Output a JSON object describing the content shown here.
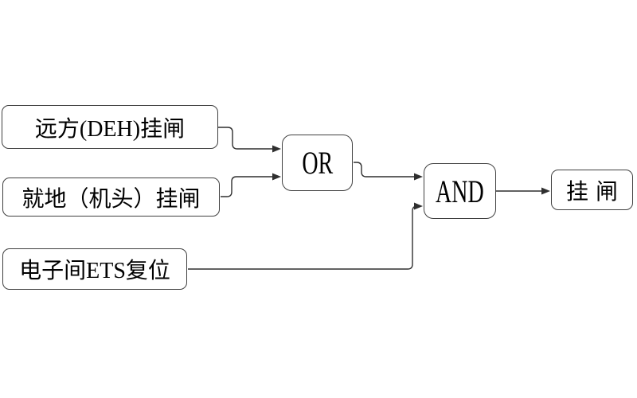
{
  "diagram": {
    "title": "turbine-latch-logic",
    "nodes": {
      "remote": {
        "label": "远方(DEH)挂闸",
        "type": "input"
      },
      "local": {
        "label": "就地（机头）挂闸",
        "type": "input"
      },
      "ets": {
        "label": "电子间ETS复位",
        "type": "input"
      },
      "or_gate": {
        "label": "OR",
        "type": "gate"
      },
      "and_gate": {
        "label": "AND",
        "type": "gate"
      },
      "result": {
        "label": "挂闸",
        "type": "output"
      }
    },
    "connections": [
      {
        "from": "remote",
        "to": "or_gate"
      },
      {
        "from": "local",
        "to": "or_gate"
      },
      {
        "from": "or_gate",
        "to": "and_gate"
      },
      {
        "from": "ets",
        "to": "and_gate"
      },
      {
        "from": "and_gate",
        "to": "result"
      }
    ],
    "colors": {
      "background": "#ffffff",
      "box_fill": "#ffffff",
      "box_border": "#404040",
      "line": "#2f2f2f",
      "text": "#000000"
    }
  }
}
